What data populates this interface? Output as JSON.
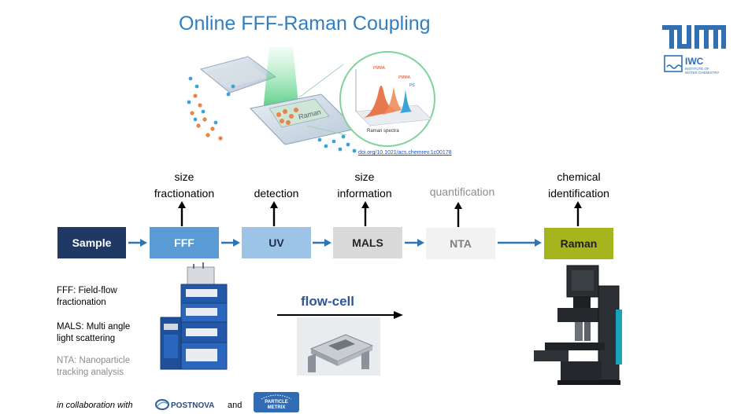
{
  "title": "Online FFF-Raman Coupling",
  "doi": "doi.org/10.1021/acs.chemrev.1c00178",
  "illustration": {
    "raman_spectra_label": "Raman spectra",
    "peak_labels": [
      "PMMA",
      "PMMA",
      "PS"
    ],
    "chip_label": "Raman"
  },
  "logo": {
    "tum": "TUM",
    "iwc": "IWC",
    "institute_line1": "INSTITUTE OF",
    "institute_line2": "WATER CHEMISTRY"
  },
  "pipeline": {
    "boxes": [
      "Sample",
      "FFF",
      "UV",
      "MALS",
      "NTA",
      "Raman"
    ],
    "labels": {
      "fff": [
        "size",
        "fractionation"
      ],
      "uv": [
        "detection"
      ],
      "mals": [
        "size",
        "information"
      ],
      "nta": [
        "quantification"
      ],
      "raman": [
        "chemical",
        "identification"
      ]
    }
  },
  "abbreviations": {
    "fff": [
      "FFF: Field-flow",
      "fractionation"
    ],
    "mals": [
      "MALS: Multi angle",
      "light scattering"
    ],
    "nta": [
      "NTA: Nanoparticle",
      "tracking analysis"
    ]
  },
  "flow_cell": "flow-cell",
  "collaboration": {
    "prefix": "in collaboration with",
    "and": "and",
    "postnova": "POSTNOVA",
    "particle_metrix": [
      "PARTICLE",
      "METRIX"
    ]
  },
  "colors": {
    "title": "#2f7fc1",
    "sample": "#1f3864",
    "fff": "#5b9bd5",
    "uv": "#9dc3e6",
    "mals": "#d9d9d9",
    "nta": "#f2f2f2",
    "raman": "#a6b51d",
    "arrow": "#2e75b6"
  }
}
